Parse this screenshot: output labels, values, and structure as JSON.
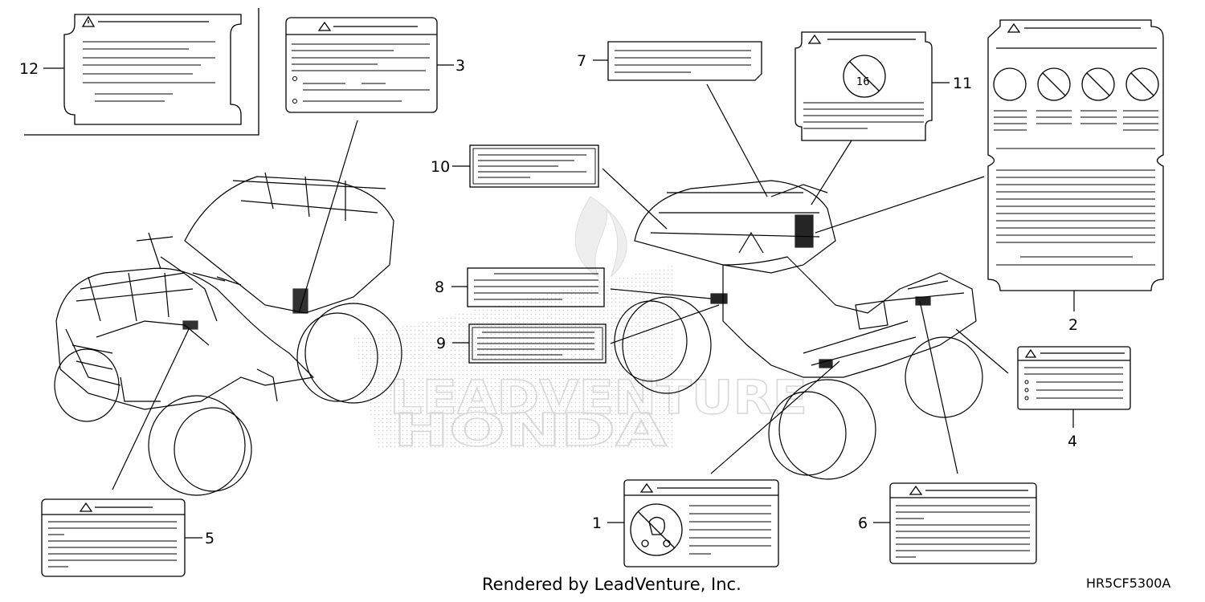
{
  "diagram": {
    "callouts": [
      "1",
      "2",
      "3",
      "4",
      "5",
      "6",
      "7",
      "8",
      "9",
      "10",
      "11",
      "12"
    ],
    "label_warning_icon": "warning-triangle-icon",
    "label_11_badge": "16",
    "watermark": {
      "line1": "LEADVENTURE",
      "line2": "HONDA"
    }
  },
  "footer": {
    "rendered_by": "Rendered by LeadVenture, Inc.",
    "diagram_code": "HR5CF5300A"
  }
}
